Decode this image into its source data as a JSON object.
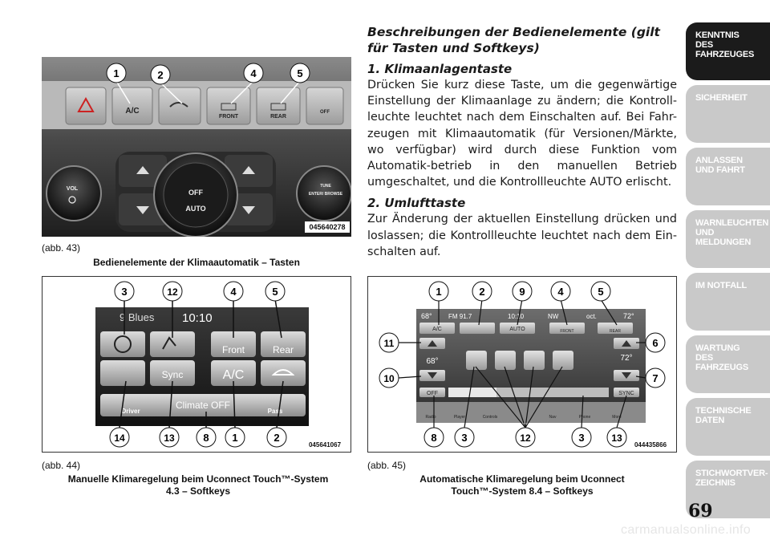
{
  "figure43": {
    "label": "(abb. 43)",
    "title": "Bedienelemente der Klimaautomatik – Tasten",
    "code": "045640278",
    "callouts": [
      "1",
      "2",
      "4",
      "5"
    ],
    "buttons": {
      "ac": "A/C",
      "front": "FRONT",
      "rear": "REAR",
      "off_small": "OFF"
    },
    "knobs": {
      "vol": "VOL",
      "off": "OFF",
      "auto": "AUTO",
      "tune": "TUNE",
      "enter_browse": "ENTER/ BROWSE"
    }
  },
  "figure44": {
    "label": "(abb. 44)",
    "title_line1": "Manuelle Klimaregelung beim Uconnect Touch™-System",
    "title_line2": "4.3 – Softkeys",
    "code": "045641067",
    "callouts_top": [
      "3",
      "12",
      "4",
      "5"
    ],
    "callouts_bottom": [
      "14",
      "13",
      "8",
      "1",
      "2"
    ],
    "screen": {
      "status": "9 Blues",
      "clock": "10:10",
      "front": "Front",
      "rear": "Rear",
      "sync": "Sync",
      "ac": "A/C",
      "climate_off": "Climate OFF",
      "driver": "Driver",
      "pass": "Pass"
    }
  },
  "figure45": {
    "label": "(abb. 45)",
    "title_line1": "Automatische Klimaregelung beim Uconnect",
    "title_line2": "Touch™-System 8.4 – Softkeys",
    "code": "044435866",
    "callouts_top": [
      "1",
      "2",
      "9",
      "4",
      "5"
    ],
    "callouts_left": [
      "11",
      "10"
    ],
    "callouts_right": [
      "6",
      "7"
    ],
    "callouts_bottom": [
      "8",
      "3",
      "12",
      "3",
      "13"
    ],
    "screen": {
      "temp_left_top": "68°",
      "radio": "FM 91.7",
      "clock": "10:10",
      "compass": "NW",
      "out_temp": "oct.",
      "temp_right_top": "72°",
      "ac": "A/C",
      "auto": "AUTO",
      "front": "FRONT",
      "rear": "REAR",
      "left_set": "68°",
      "right_set": "72°",
      "off": "OFF",
      "sync": "SYNC",
      "bottom_items": [
        "Radio",
        "Player",
        "Controls",
        "",
        "Nav",
        "Phone",
        "More"
      ]
    }
  },
  "text": {
    "heading": "Beschreibungen der Bedienelemente (gilt für Tasten und Softkeys)",
    "section1_title": "1. Klimaanlagentaste",
    "section1_body": "Drücken Sie kurz diese Taste, um die gegenwärtige Einstellung der Klimaanlage zu ändern; die Kontroll-leuchte leuchtet nach dem Einschalten auf. Bei Fahr-zeugen mit Klimaautomatik (für Versionen/Märkte, wo verfügbar) wird durch diese Funktion vom Automatik-betrieb in den manuellen Betrieb umgeschaltet, und die Kontrollleuchte AUTO erlischt.",
    "section2_title": "2. Umlufttaste",
    "section2_body": "Zur Änderung der aktuellen Einstellung drücken und loslassen; die Kontrollleuchte leuchtet nach dem Ein-schalten auf."
  },
  "tabs": [
    {
      "label": "KENNTNIS\nDES\nFAHRZEUGES",
      "active": true
    },
    {
      "label": "SICHERHEIT",
      "active": false
    },
    {
      "label": "ANLASSEN\nUND FAHRT",
      "active": false
    },
    {
      "label": "WARNLEUCHTEN\nUND\nMELDUNGEN",
      "active": false
    },
    {
      "label": "IM NOTFALL",
      "active": false
    },
    {
      "label": "WARTUNG\nDES\nFAHRZEUGS",
      "active": false
    },
    {
      "label": "TECHNISCHE\nDATEN",
      "active": false
    },
    {
      "label": "STICHWORTVER-\nZEICHNIS",
      "active": false
    }
  ],
  "page_number": "69",
  "footer": "carmanualsonline.info"
}
